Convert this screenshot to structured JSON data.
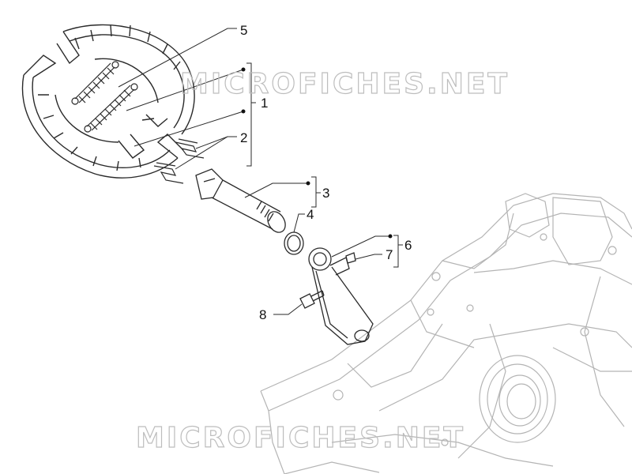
{
  "callouts": {
    "c1": "1",
    "c2": "2",
    "c3": "3",
    "c4": "4",
    "c5": "5",
    "c6": "6",
    "c7": "7",
    "c8": "8"
  },
  "watermark": {
    "top": "MICROFICHES.NET",
    "bottom": "MICROFICHES.NET"
  },
  "colors": {
    "line": "#2a2a2a",
    "faint": "#b9b9b9",
    "watermark": "#bdbdbd"
  }
}
